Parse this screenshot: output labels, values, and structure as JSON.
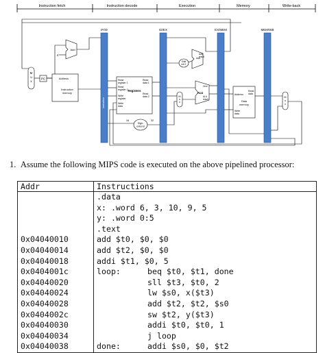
{
  "stages": [
    "Instruction fetch",
    "Instruction decode",
    "Execution",
    "Memory",
    "Write-back"
  ],
  "pipeline_registers": [
    "IF/ID",
    "ID/EX",
    "EX/MEM",
    "MEM/WB"
  ],
  "components": {
    "pc": "PC",
    "address": "Address",
    "instruction_memory": [
      "Instruction",
      "memory"
    ],
    "add": "Add",
    "four": "4",
    "registers_title": "Registers",
    "read_register_1": [
      "Read",
      "register 1"
    ],
    "read_register_2": [
      "Read",
      "register 2"
    ],
    "write_register": [
      "Write",
      "register"
    ],
    "write_data": [
      "Write",
      "data"
    ],
    "read_data_1": [
      "Read",
      "data 1"
    ],
    "read_data_2": [
      "Read",
      "data 2"
    ],
    "sign_extend": [
      "Sign-",
      "extend"
    ],
    "bits_16": "16",
    "bits_32": "32",
    "shift_left_2": [
      "Shift",
      "left 2"
    ],
    "add_result": [
      "Add",
      "Add",
      "result"
    ],
    "alu": "ALU",
    "alu_zero": "Zero",
    "alu_result": [
      "ALU",
      "result"
    ],
    "data_memory_address": "Address",
    "data_memory": [
      "Data",
      "memory"
    ],
    "dm_read_data": [
      "Read",
      "data"
    ],
    "dm_write_data": [
      "Write",
      "data"
    ],
    "mux_letters": [
      "M",
      "u",
      "x"
    ],
    "mux_01": [
      "0",
      "1"
    ],
    "mux_10": [
      "1",
      "0"
    ],
    "instruction_label": "Instruction"
  },
  "question": {
    "number": "1.",
    "text": "Assume the following MIPS code is executed on the above pipelined processor:"
  },
  "table": {
    "headers": [
      "Addr",
      "Instructions"
    ],
    "addresses": [
      "0x04040010",
      "0x04040014",
      "0x04040018",
      "0x0404001c",
      "0x04040020",
      "0x04040024",
      "0x04040028",
      "0x0404002c",
      "0x04040030",
      "0x04040034",
      "0x04040038"
    ],
    "lines": [
      {
        "label": "",
        "code": ".data"
      },
      {
        "label": "",
        "code": "x: .word 6, 3, 10, 9, 5"
      },
      {
        "label": "",
        "code": "y: .word 0:5"
      },
      {
        "label": "",
        "code": ".text"
      },
      {
        "label": "",
        "code": "add $t0, $0, $0"
      },
      {
        "label": "",
        "code": "add $t2, $0, $0"
      },
      {
        "label": "",
        "code": "addi $t1, $0, 5"
      },
      {
        "label": "loop:",
        "code": "beq $t0, $t1, done"
      },
      {
        "label": "",
        "code": "sll $t3, $t0, 2",
        "indent": true
      },
      {
        "label": "",
        "code": "lw $s0, x($t3)",
        "indent": true
      },
      {
        "label": "",
        "code": "add $t2, $t2, $s0",
        "indent": true
      },
      {
        "label": "",
        "code": "sw $t2, y($t3)",
        "indent": true
      },
      {
        "label": "",
        "code": "addi $t0, $t0, 1",
        "indent": true
      },
      {
        "label": "",
        "code": "j loop",
        "indent": true
      },
      {
        "label": "done:",
        "code": "addi $s0, $0, $t2"
      }
    ]
  }
}
